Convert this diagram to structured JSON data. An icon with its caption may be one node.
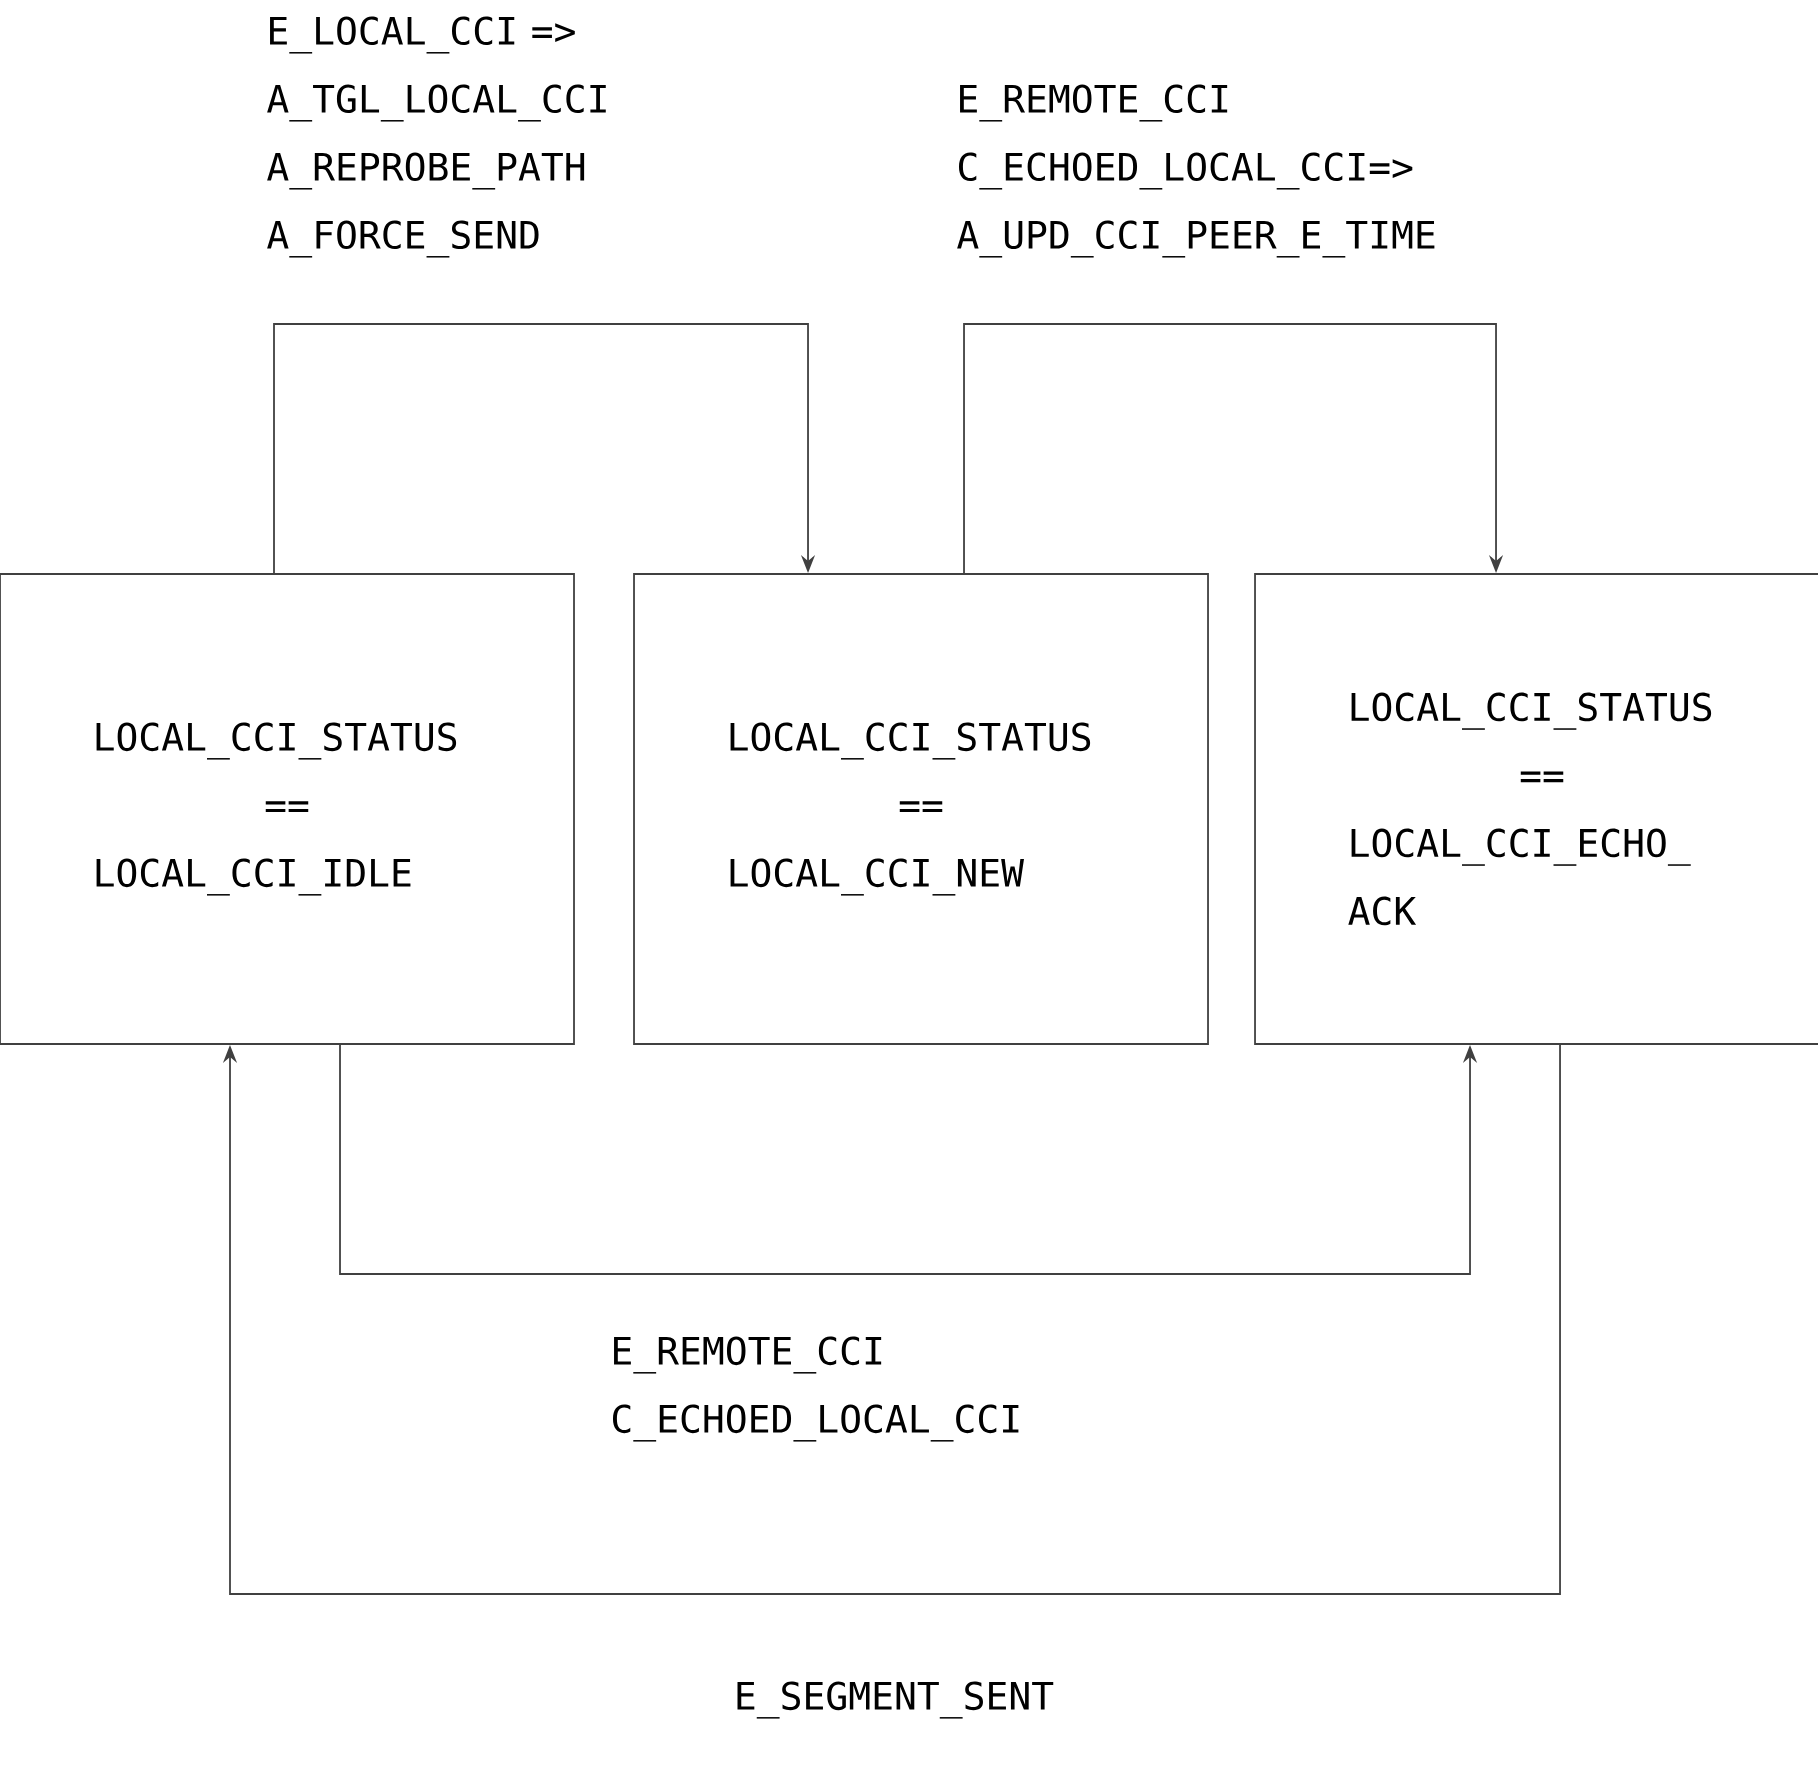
{
  "diagram": {
    "nodes": [
      {
        "text": [
          "LOCAL_CCI_STATUS",
          "==",
          "LOCAL_CCI_IDLE"
        ]
      },
      {
        "text": [
          "LOCAL_CCI_STATUS",
          "==",
          "LOCAL_CCI_NEW"
        ]
      },
      {
        "text": [
          "LOCAL_CCI_STATUS",
          "==",
          "LOCAL_CCI_ECHO_ ACK"
        ]
      }
    ],
    "edges": [
      {
        "from": 0,
        "to": 1,
        "arrow": "to",
        "label": "E_LOCAL_CCI => A_TGL_LOCAL_CCI A_REPROBE_PATH A_FORCE_SEND"
      },
      {
        "from": 1,
        "to": 2,
        "arrow": "to",
        "label": "E_REMOTE_CCI C_ECHOED_LOCAL_CCI=> A_UPD_CCI_PEER_E_TIME"
      },
      {
        "from": 0,
        "to": 2,
        "arrow": "to",
        "label": "E_REMOTE_CCI C_ECHOED_LOCAL_CCI"
      },
      {
        "from": 2,
        "to": 0,
        "arrow": "to",
        "label": "E_SEGMENT_SENT"
      }
    ]
  }
}
